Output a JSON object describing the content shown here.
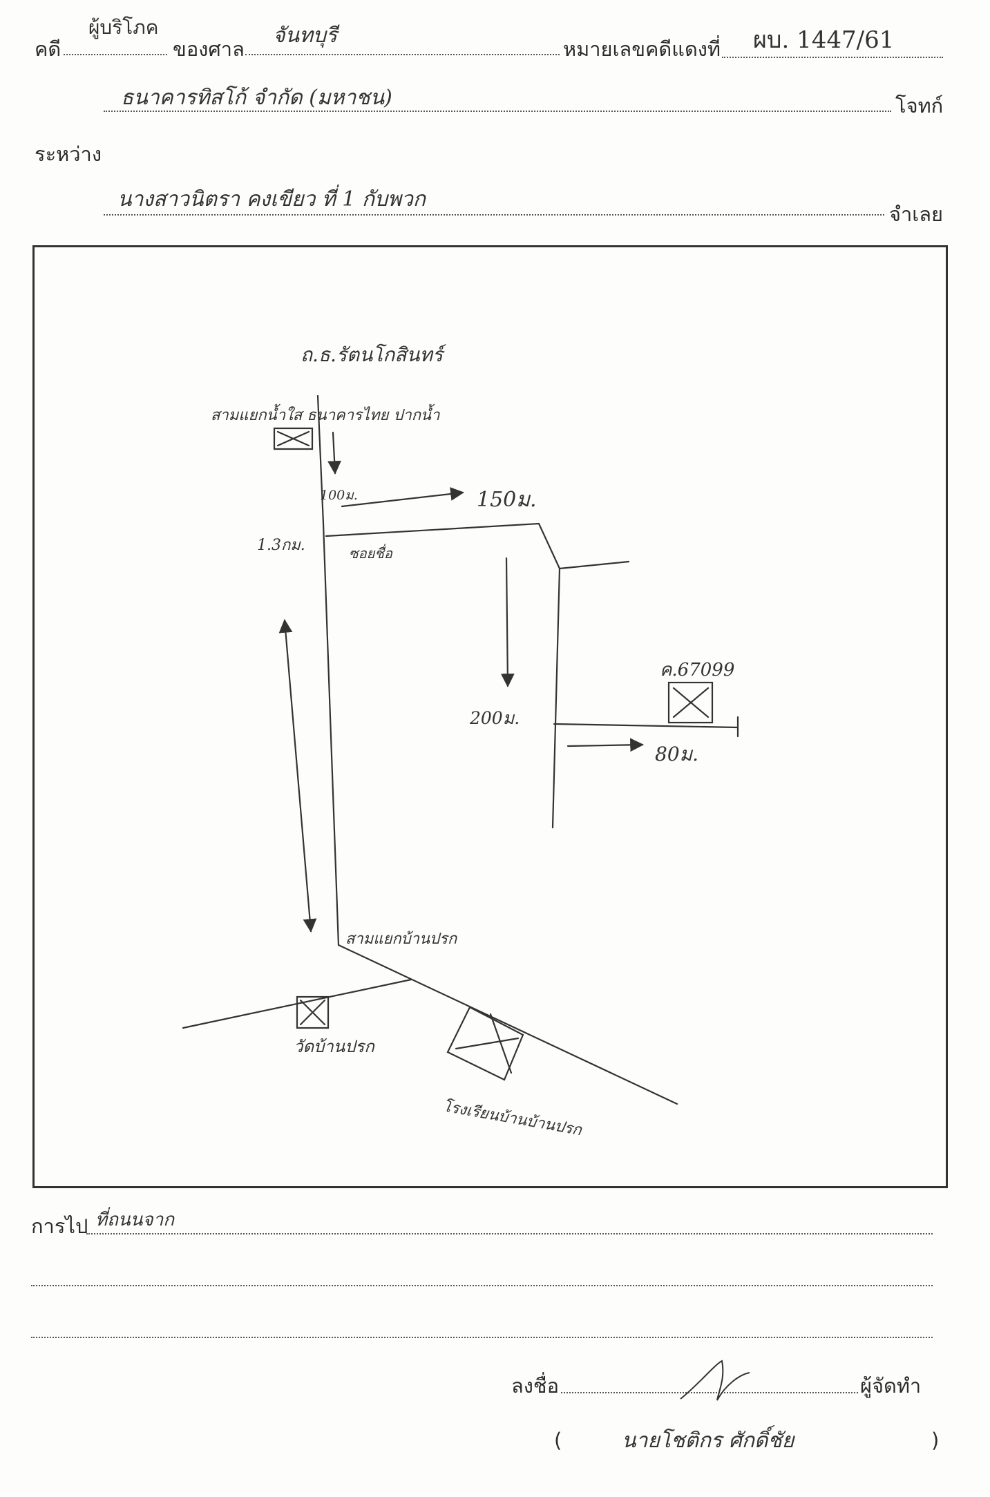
{
  "header": {
    "case_label": "คดี",
    "case_type": "ผู้บริโภค",
    "court_label": "ของศาล",
    "court_name": "จันทบุรี",
    "red_case_label": "หมายเลขคดีแดงที่",
    "red_case_number": "ผบ. 1447/61",
    "plaintiff_name": "ธนาคารทิสโก้ จำกัด (มหาชน)",
    "plaintiff_label": "โจทก์",
    "between_label": "ระหว่าง",
    "defendant_name": "นางสาวนิตรา คงเขียว ที่ 1 กับพวก",
    "defendant_label": "จำเลย"
  },
  "map": {
    "road_name": "ถ.ธ.รัตนโกสินทร์",
    "junction_top": "สามแยกน้ำใส ธนาคารไทย ปากน้ำ",
    "dist_100": "100ม.",
    "dist_150": "150ม.",
    "dist_1300": "1.3กม.",
    "soi_name": "ซอยชื่อ",
    "house_no": "ค.67099",
    "dist_200": "200ม.",
    "dist_80": "80ม.",
    "junction_bottom": "สามแยกบ้านปรก",
    "temple": "วัดบ้านปรก",
    "school": "โรงเรียนบ้านบ้านปรก"
  },
  "footer": {
    "route_label": "การไป",
    "route_text": "ที่ถนนจาก",
    "sign_label": "ลงชื่อ",
    "maker_label": "ผู้จัดทำ",
    "paren_open": "(",
    "maker_name": "นายโชติกร ศักดิ์ชัย",
    "paren_close": ")"
  }
}
